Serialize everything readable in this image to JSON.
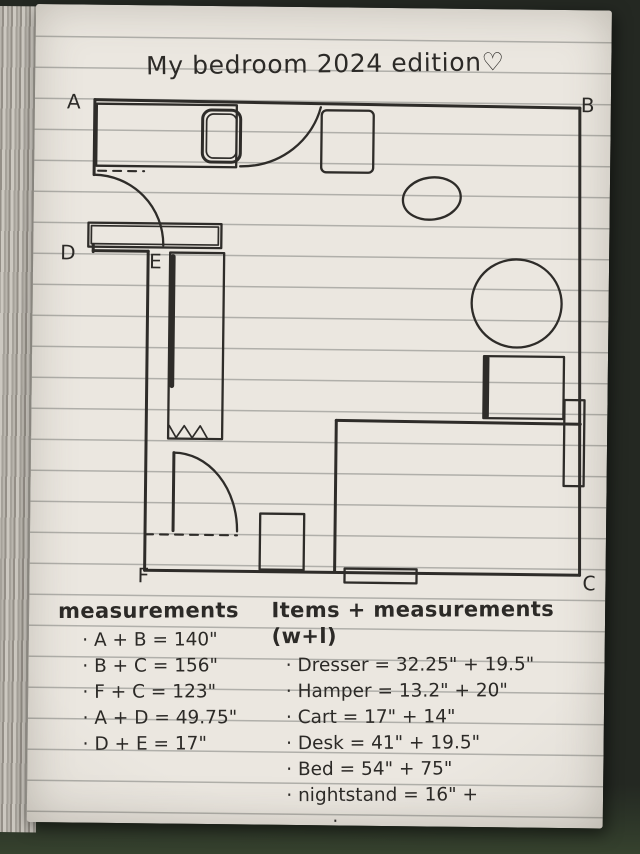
{
  "page": {
    "title": "My bedroom 2024 edition♡"
  },
  "floor_plan": {
    "labels": {
      "A": "A",
      "B": "B",
      "C": "C",
      "D": "D",
      "E": "E",
      "F": "F"
    }
  },
  "measurements": {
    "heading": "measurements",
    "items": [
      "· A + B = 140\"",
      "· B + C = 156\"",
      "· F + C = 123\"",
      "· A + D = 49.75\"",
      "· D + E = 17\""
    ]
  },
  "items_measurements": {
    "heading": "Items + measurements (w+l)",
    "items": [
      "· Dresser = 32.25\" + 19.5\"",
      "· Hamper = 13.2\" + 20\"",
      "· Cart = 17\" + 14\"",
      "· Desk = 41\" + 19.5\"",
      "· Bed = 54\" + 75\"",
      "· nightstand = 16\" +"
    ],
    "trailing_dot": "·"
  }
}
